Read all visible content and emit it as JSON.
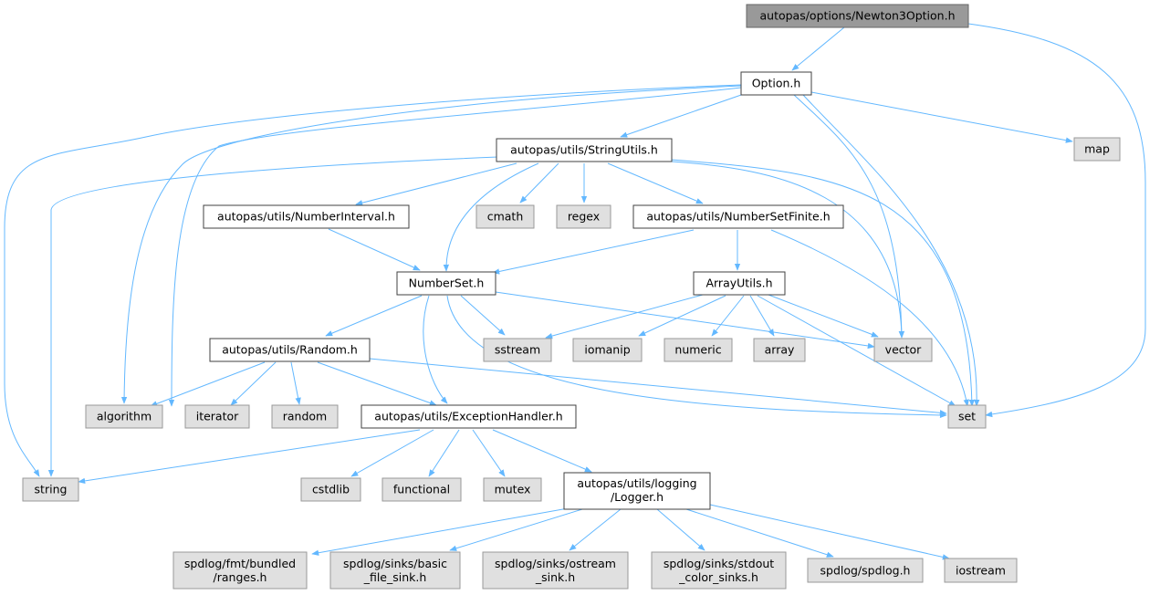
{
  "graph_title": "autopas/options/Newton3Option.h",
  "colors": {
    "edge": "#63b8ff",
    "root_fill": "#999999",
    "root_border": "#666666",
    "file_fill": "#ffffff",
    "file_border": "#404040",
    "system_fill": "#e0e0e0",
    "system_border": "#999999"
  },
  "nodes": {
    "newton3option": {
      "label": "autopas/options/Newton3Option.h"
    },
    "option": {
      "label": "Option.h"
    },
    "map": {
      "label": "map"
    },
    "stringutils": {
      "label": "autopas/utils/StringUtils.h"
    },
    "numberinterval": {
      "label": "autopas/utils/NumberInterval.h"
    },
    "cmath": {
      "label": "cmath"
    },
    "regex": {
      "label": "regex"
    },
    "numbersetfinite": {
      "label": "autopas/utils/NumberSetFinite.h"
    },
    "numberset": {
      "label": "NumberSet.h"
    },
    "arrayutils": {
      "label": "ArrayUtils.h"
    },
    "random_h": {
      "label": "autopas/utils/Random.h"
    },
    "sstream": {
      "label": "sstream"
    },
    "iomanip": {
      "label": "iomanip"
    },
    "numeric": {
      "label": "numeric"
    },
    "array": {
      "label": "array"
    },
    "vector": {
      "label": "vector"
    },
    "algorithm": {
      "label": "algorithm"
    },
    "iterator": {
      "label": "iterator"
    },
    "random": {
      "label": "random"
    },
    "exceptionhandler": {
      "label": "autopas/utils/ExceptionHandler.h"
    },
    "set": {
      "label": "set"
    },
    "string": {
      "label": "string"
    },
    "cstdlib": {
      "label": "cstdlib"
    },
    "functional": {
      "label": "functional"
    },
    "mutex": {
      "label": "mutex"
    },
    "logger": {
      "line1": "autopas/utils/logging",
      "line2": "/Logger.h"
    },
    "fmt_ranges": {
      "line1": "spdlog/fmt/bundled",
      "line2": "/ranges.h"
    },
    "basic_file_sink": {
      "line1": "spdlog/sinks/basic",
      "line2": "_file_sink.h"
    },
    "ostream_sink": {
      "line1": "spdlog/sinks/ostream",
      "line2": "_sink.h"
    },
    "stdout_color_sinks": {
      "line1": "spdlog/sinks/stdout",
      "line2": "_color_sinks.h"
    },
    "spdlog": {
      "label": "spdlog/spdlog.h"
    },
    "iostream": {
      "label": "iostream"
    }
  }
}
